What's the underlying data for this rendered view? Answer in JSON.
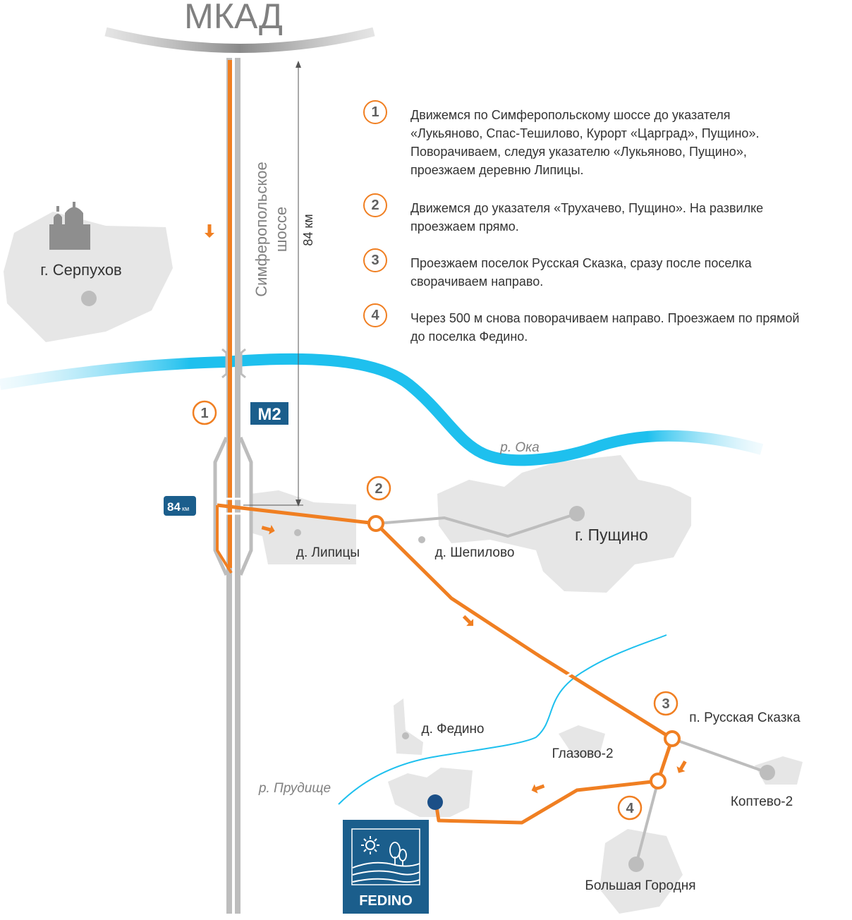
{
  "title": "МКАД",
  "road": {
    "name": "Симферопольское шоссе",
    "name_line1": "Симферопольское",
    "name_line2": "шоссе",
    "code": "M2",
    "distance": "84 км",
    "km_marker": "84",
    "km_unit": "км"
  },
  "rivers": {
    "oka": "р. Ока",
    "prudishche": "р. Прудище"
  },
  "places": {
    "serpukhov": "г. Серпухов",
    "pushchino": "г. Пущино",
    "lipitsy": "д. Липицы",
    "shepilovo": "д. Шепилово",
    "russkaya_skazka": "п. Русская Сказка",
    "fedino": "д. Федино",
    "glazovo": "Глазово-2",
    "koptevo": "Коптево-2",
    "bolshaya_gorodnya": "Большая Городня"
  },
  "map_steps": [
    "1",
    "2",
    "3",
    "4"
  ],
  "instructions": [
    {
      "num": "1",
      "text": "Движемся по Симферопольскому шоссе до указателя «Лукьяново, Спас-Тешилово, Курорт «Царград», Пущино». Поворачиваем, следуя указателю «Лукьяново, Пущино», проезжаем деревню Липицы."
    },
    {
      "num": "2",
      "text": "Движемся до указателя «Трухачево, Пущино». На развилке проезжаем прямо."
    },
    {
      "num": "3",
      "text": "Проезжаем поселок Русская Сказка, сразу после поселка сворачиваем направо."
    },
    {
      "num": "4",
      "text": "Через 500 м снова поворачиваем направо. Проезжаем по прямой до поселка Федино."
    }
  ],
  "logo": {
    "text": "FEDINO"
  },
  "colors": {
    "route": "#f07f22",
    "road": "#bdbdbd",
    "river": "#1ec0ee",
    "town_area": "#e6e6e6",
    "m2_badge": "#1b5e8c",
    "logo_bg": "#1b5e8c",
    "destination_dot": "#1b4f87"
  }
}
